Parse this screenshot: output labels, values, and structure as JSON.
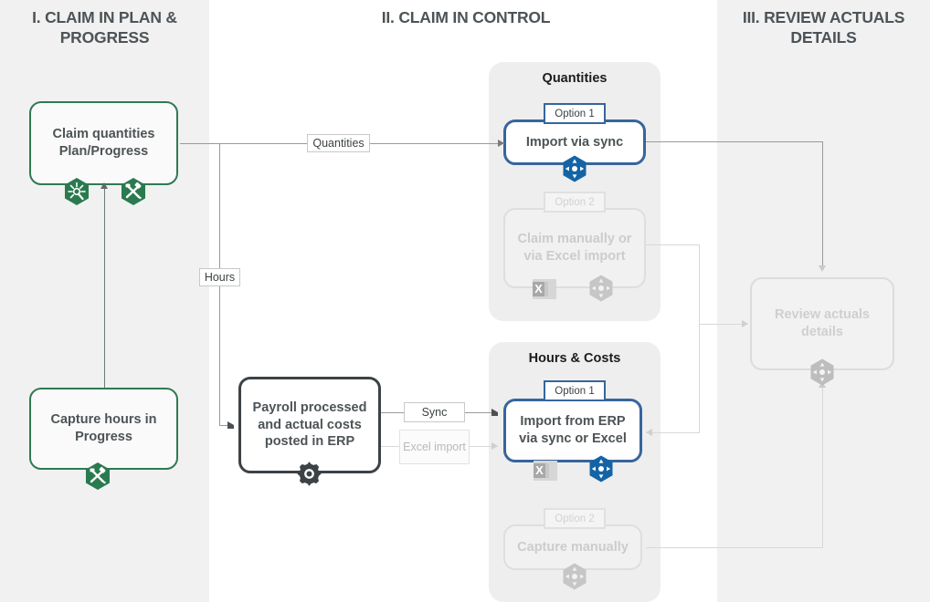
{
  "columns": [
    {
      "id": "col1",
      "title": "I. CLAIM IN PLAN & PROGRESS"
    },
    {
      "id": "col2",
      "title": "II. CLAIM IN CONTROL"
    },
    {
      "id": "col3",
      "title": "III. REVIEW ACTUALS DETAILS"
    }
  ],
  "nodes": {
    "claim_quantities": {
      "label": "Claim quantities Plan/Progress"
    },
    "capture_hours": {
      "label": "Capture hours in Progress"
    },
    "payroll": {
      "label": "Payroll processed and actual costs posted in ERP"
    },
    "import_via_sync": {
      "label": "Import via sync"
    },
    "claim_manually": {
      "label": "Claim manually or via Excel import"
    },
    "import_from_erp": {
      "label": "Import from ERP via sync or Excel"
    },
    "capture_manually": {
      "label": "Capture manually"
    },
    "review_actuals": {
      "label": "Review actuals details"
    }
  },
  "groups": {
    "quantities": {
      "title": "Quantities"
    },
    "hours_costs": {
      "title": "Hours & Costs"
    }
  },
  "badges": {
    "q_option1": "Option 1",
    "q_option2": "Option 2",
    "h_option1": "Option 1",
    "h_option2": "Option 2"
  },
  "edge_labels": {
    "quantities": "Quantities",
    "hours": "Hours",
    "sync": "Sync",
    "excel_import": "Excel import"
  },
  "icons": {
    "plan_spark": "spark-icon",
    "progress_tools": "tools-icon",
    "capture_tools": "tools-icon",
    "gear": "gear-icon",
    "nav_blue_quantities": "navigation-hex-icon",
    "nav_gray_quantities": "navigation-hex-icon",
    "excel_gray_quantities": "excel-icon",
    "nav_blue_hours": "navigation-hex-icon",
    "excel_gray_hours": "excel-icon",
    "nav_gray_capture": "navigation-hex-icon",
    "nav_gray_review": "navigation-hex-icon"
  },
  "colors": {
    "band": "#f1f1f1",
    "group_panel": "#eeeeee",
    "green": "#2f7a52",
    "blue": "#37659c",
    "blue_icon": "#1464a5",
    "dark": "#3c4245",
    "text": "#4d5356",
    "ghost": "#cccccc",
    "connector": "#9a9a9a"
  }
}
